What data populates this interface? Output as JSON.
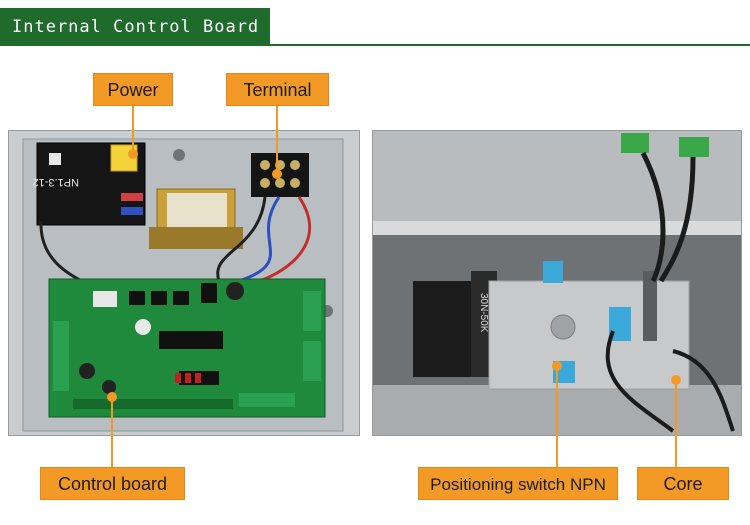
{
  "header": {
    "title": "Internal Control Board"
  },
  "labels": {
    "power": "Power",
    "terminal": "Terminal",
    "control_board": "Control board",
    "positioning_switch": "Positioning switch NPN",
    "core": "Core"
  },
  "colors": {
    "header_green": "#1e6b2c",
    "label_orange": "#f39a26",
    "pcb_green": "#1f8a3c"
  },
  "battery": {
    "text": "NP1.3-12"
  },
  "motor": {
    "text": "30N-50K"
  }
}
